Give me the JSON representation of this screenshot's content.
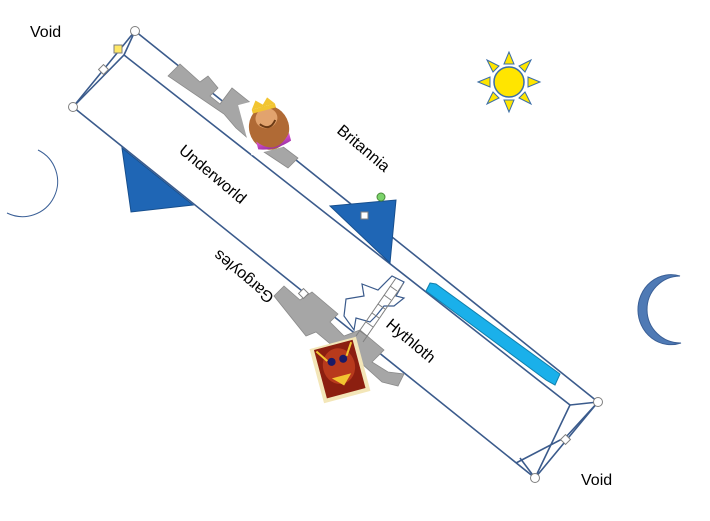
{
  "labels": {
    "void_top": "Void",
    "void_bottom": "Void",
    "underworld": "Underworld",
    "britannia": "Britannia",
    "gargoyles": "Gargoyles",
    "hythloth": "Hythloth"
  },
  "colors": {
    "outline": "#3b5b8c",
    "moon": "#4f7ab5",
    "sun_fill": "#ffe500",
    "sun_rays": "#ffe500",
    "sun_stroke": "#3b6ea8",
    "triangle": "#1f66b5",
    "grey_structure": "#a6a6a6",
    "cyan_bar": "#1ab0ea",
    "selection_handle": "#ffffff",
    "yellow_handle": "#ffe866",
    "green_handle": "#7bd36a"
  },
  "icons": {
    "sun": "sun-icon",
    "moon_left": "crescent-moon-icon",
    "moon_right": "crescent-moon-icon",
    "lord_british": "lord-british-portrait-icon",
    "gargoyle": "gargoyle-portrait-icon"
  }
}
